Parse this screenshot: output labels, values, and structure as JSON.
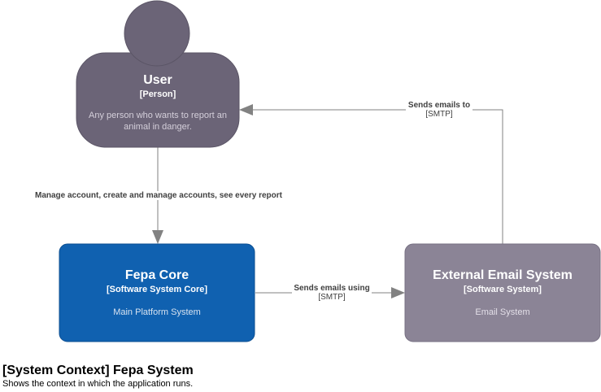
{
  "colors": {
    "person_fill": "#6b6477",
    "core_fill": "#1061b0",
    "external_fill": "#8b8496",
    "edge": "#828282",
    "text_light": "#ffffff"
  },
  "nodes": {
    "user": {
      "name": "User",
      "type": "[Person]",
      "description_lines": [
        "Any person who wants to report an",
        "animal in danger."
      ]
    },
    "core": {
      "name": "Fepa Core",
      "type": "[Software System Core]",
      "description": "Main Platform System"
    },
    "email": {
      "name": "External Email System",
      "type": "[Software System]",
      "description": "Email System"
    }
  },
  "edges": {
    "email_to_user": {
      "description": "Sends emails to",
      "technology": "[SMTP]"
    },
    "user_to_core": {
      "description": "Manage account, create and manage accounts, see every report"
    },
    "core_to_email": {
      "description": "Sends emails using",
      "technology": "[SMTP]"
    }
  },
  "footer": {
    "title": "[System Context] Fepa System",
    "subtitle": "Shows the context in which the application runs."
  }
}
